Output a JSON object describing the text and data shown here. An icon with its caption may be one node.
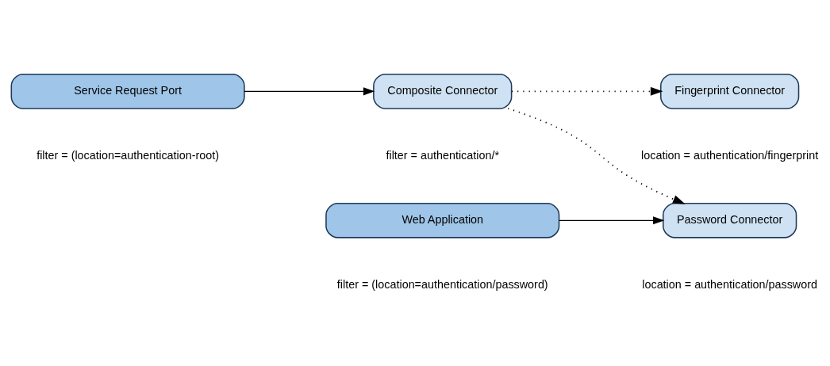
{
  "diagram": {
    "nodes": [
      {
        "text": [
          "Service Request Port"
        ],
        "beside": [
          "filter = (location=authentication-root)"
        ]
      },
      {
        "text": [
          "Composite Connector"
        ],
        "beside": [
          "filter = authentication/*"
        ]
      },
      {
        "text": [
          "Web Application"
        ],
        "beside": [
          "filter = (location=authentication/password)"
        ]
      },
      {
        "text": [
          "Fingerprint Connector"
        ],
        "beside": [
          "location = authentication/fingerprint"
        ]
      },
      {
        "text": [
          "Password Connector"
        ],
        "beside": [
          "location = authentication/password"
        ]
      }
    ],
    "edges": [
      {
        "from": 0,
        "to": 1,
        "arrow": "to"
      },
      {
        "from": 1,
        "to": 3,
        "arrow": "to",
        "style": "dashed"
      },
      {
        "from": 1,
        "to": 4,
        "arrow": "to",
        "style": "dashed"
      },
      {
        "from": 2,
        "to": 4,
        "arrow": "to"
      }
    ]
  }
}
